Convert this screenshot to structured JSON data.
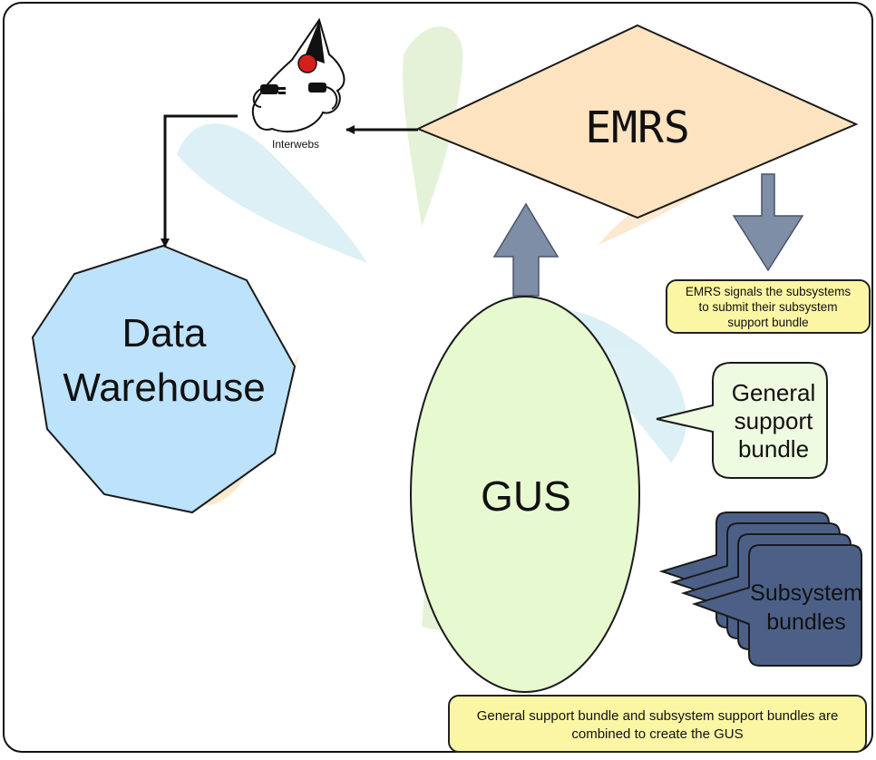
{
  "diagram": {
    "emrs": {
      "label": "EMRS"
    },
    "interwebs": {
      "label": "Interwebs"
    },
    "warehouse": {
      "line1": "Data",
      "line2": "Warehouse"
    },
    "gus": {
      "label": "GUS"
    },
    "general_bubble": {
      "line1": "General",
      "line2": "support",
      "line3": "bundle"
    },
    "subsystem_bubble": {
      "line1": "Subsystem",
      "line2": "bundles"
    },
    "note_emrs": {
      "line1": "EMRS signals the subsystems",
      "line2": "to submit their subsystem",
      "line3": "support bundle"
    },
    "note_gus": {
      "line1": "General support bundle and subsystem support bundles are",
      "line2": "combined to create the GUS"
    }
  },
  "colors": {
    "emrs_fill": "#fde3bf",
    "warehouse_fill": "#bde2fb",
    "gus_fill": "#e6f9cf",
    "general_bubble_fill": "#eefbe0",
    "subsystem_fill": "#4c6087",
    "block_arrow_fill": "#7d8ea6",
    "note_fill": "#fbf6a3"
  },
  "icons": {
    "mascot": "duke-mascot-icon"
  }
}
